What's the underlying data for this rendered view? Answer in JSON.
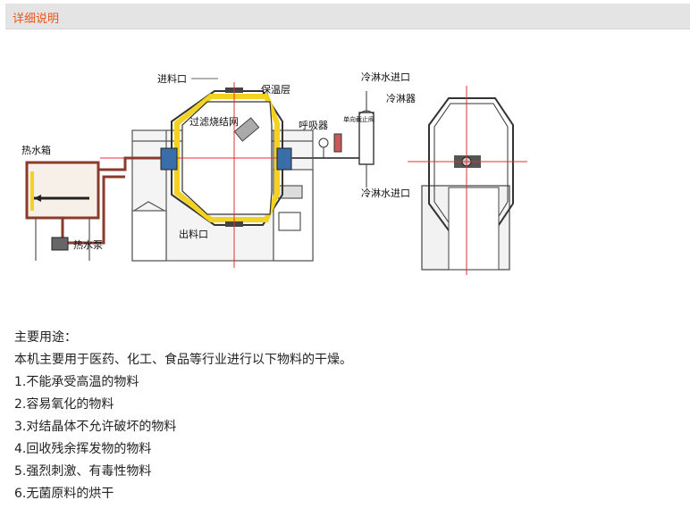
{
  "tab": {
    "title": "详细说明"
  },
  "diagram_labels": {
    "feed_port": "进料口",
    "insulation": "保温层",
    "filter_net": "过滤烧结网",
    "breather": "呼吸器",
    "check_valve": "单向截止阀",
    "hot_water_tank": "热水箱",
    "hot_water_pump": "热水泵",
    "discharge_port": "出料口",
    "cooling_inlet_top": "冷淋水进口",
    "condenser": "冷淋器",
    "cooling_inlet_bottom": "冷淋水进口"
  },
  "description": {
    "heading": "主要用途：",
    "intro": "本机主要用于医药、化工、食品等行业进行以下物料的干燥。",
    "items": [
      "1.不能承受高温的物料",
      "2.容易氧化的物料",
      "3.对结晶体不允许破坏的物料",
      "4.回收残余挥发物的物料",
      "5.强烈刺激、有毒性物料",
      "6.无菌原料的烘干"
    ]
  },
  "colors": {
    "accent": "#e8561b",
    "insulation_yellow": "#f2d321",
    "pipe_brown": "#8a3b2b",
    "axis_red": "#e03030"
  }
}
